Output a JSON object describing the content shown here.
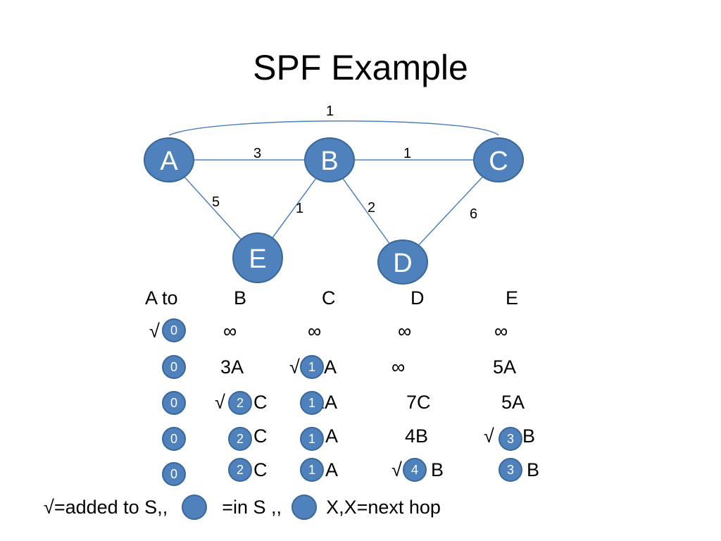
{
  "title": "SPF Example",
  "graph": {
    "nodes": [
      "A",
      "B",
      "C",
      "D",
      "E"
    ],
    "edges": [
      {
        "from": "A",
        "to": "C",
        "weight": "1"
      },
      {
        "from": "A",
        "to": "B",
        "weight": "3"
      },
      {
        "from": "B",
        "to": "C",
        "weight": "1"
      },
      {
        "from": "A",
        "to": "E",
        "weight": "5"
      },
      {
        "from": "E",
        "to": "B",
        "weight": "1"
      },
      {
        "from": "B",
        "to": "D",
        "weight": "2"
      },
      {
        "from": "C",
        "to": "D",
        "weight": "6"
      }
    ],
    "node_color": "#4f81bd"
  },
  "table": {
    "headers": [
      "A to",
      "B",
      "C",
      "D",
      "E"
    ],
    "rows": [
      {
        "a": "0",
        "b": "∞",
        "c": "∞",
        "d": "∞",
        "e": "∞"
      },
      {
        "a": "0",
        "b": "3A",
        "c_check": "√",
        "c_badge": "1",
        "c": "A",
        "d": "∞",
        "e": "5A"
      },
      {
        "a": "0",
        "b_check": "√",
        "b_badge": "2",
        "b": "C",
        "c_badge": "1",
        "c": "1A",
        "d": "7C",
        "e": "5A"
      },
      {
        "a": "0",
        "b_badge": "2",
        "b": "C",
        "c_badge": "1",
        "c": "A",
        "d": "4B",
        "e_check": "√",
        "e_badge": "3",
        "e": "B"
      },
      {
        "a": "0",
        "b_badge": "2",
        "b": "C",
        "c_badge": "1",
        "c": "A",
        "d_check": "√",
        "d_badge": "4",
        "d": "B",
        "e_badge": "3",
        "e": "B"
      }
    ],
    "row0_check": "√"
  },
  "legend": {
    "part1": "√=added to S,,",
    "part2": "=in S ,,",
    "part3": "X,X=next hop"
  }
}
